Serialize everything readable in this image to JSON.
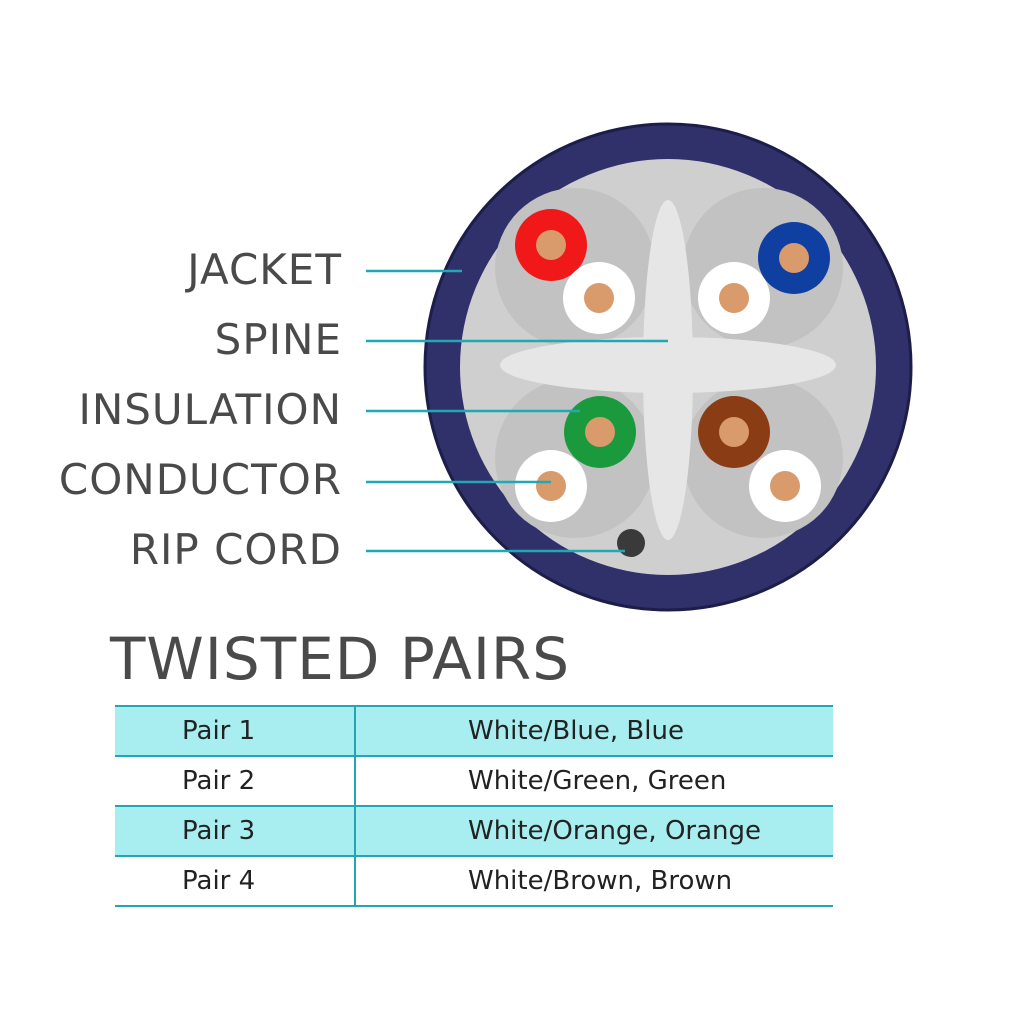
{
  "callouts": [
    {
      "label": "JACKET"
    },
    {
      "label": "SPINE"
    },
    {
      "label": "INSULATION"
    },
    {
      "label": "CONDUCTOR"
    },
    {
      "label": "RIP CORD"
    }
  ],
  "title": "TWISTED PAIRS",
  "table": {
    "rows": [
      {
        "pair": "Pair 1",
        "colors": "White/Blue, Blue"
      },
      {
        "pair": "Pair 2",
        "colors": "White/Green, Green"
      },
      {
        "pair": "Pair 3",
        "colors": "White/Orange, Orange"
      },
      {
        "pair": "Pair 4",
        "colors": "White/Brown, Brown"
      }
    ]
  },
  "colors": {
    "jacket": "#30306a",
    "filler": "#cfcfcf",
    "spine": "#e6e6e6",
    "leader": "#1fa8b6",
    "conductor": "#d99a6c",
    "pair_blue": "#0f3fa0",
    "pair_green": "#1a9a3c",
    "pair_orange": "#f01818",
    "pair_brown": "#8a3c14",
    "row_shade": "#a8eef0"
  }
}
